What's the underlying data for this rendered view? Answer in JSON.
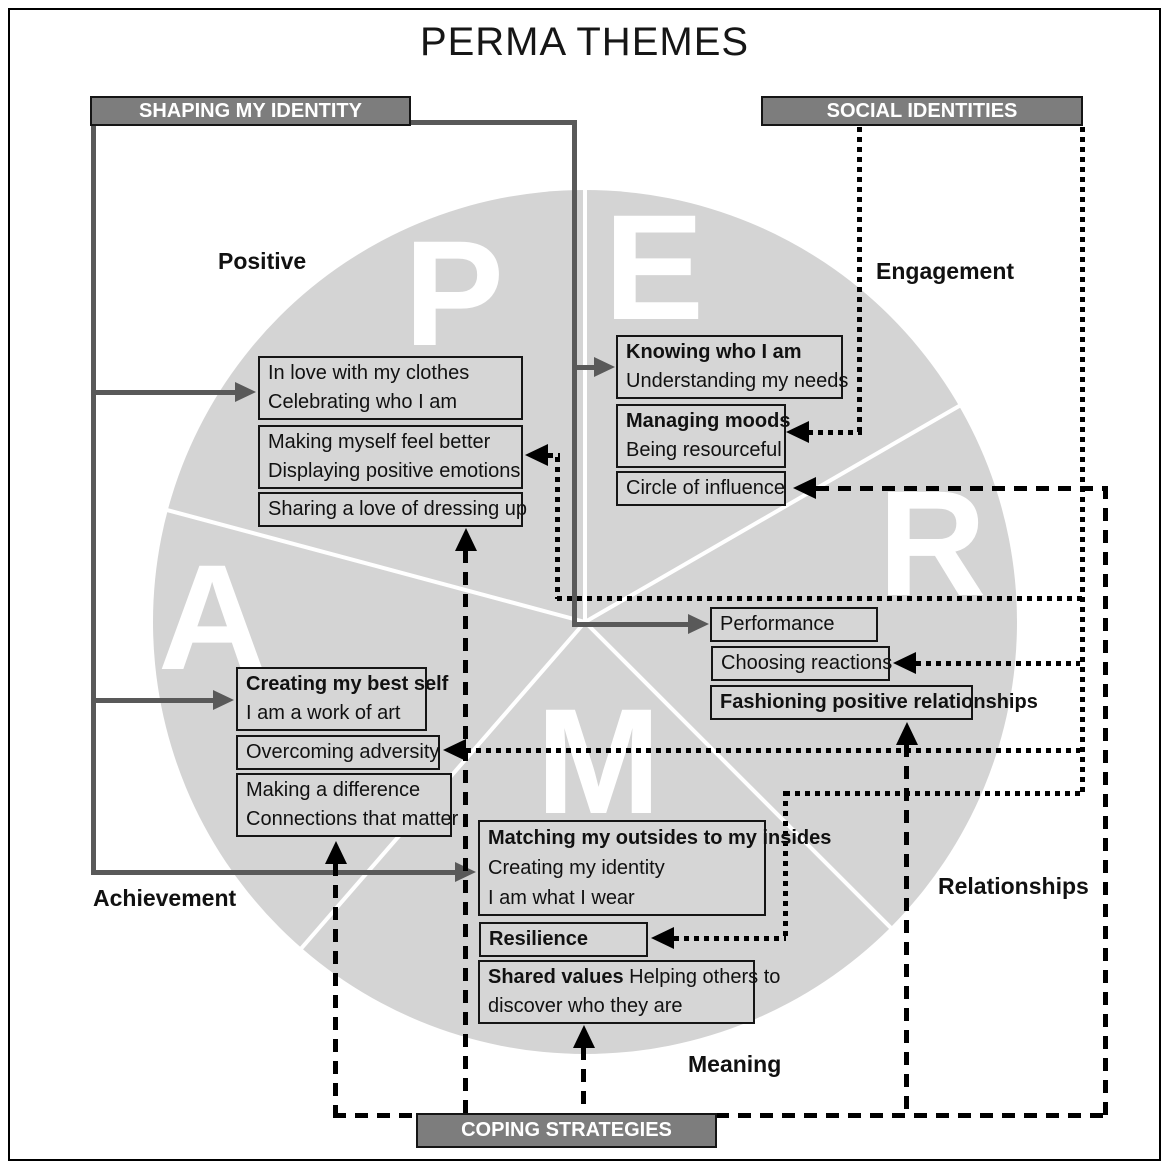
{
  "title": "PERMA THEMES",
  "headers": {
    "shaping": "SHAPING MY IDENTITY",
    "social": "SOCIAL IDENTITIES",
    "coping": "COPING STRATEGIES"
  },
  "sections": {
    "p": {
      "letter": "P",
      "label": "Positive"
    },
    "e": {
      "letter": "E",
      "label": "Engagement"
    },
    "r": {
      "letter": "R",
      "label": "Relationships"
    },
    "m": {
      "letter": "M",
      "label": "Meaning"
    },
    "a": {
      "letter": "A",
      "label": "Achievement"
    }
  },
  "boxes": {
    "in_love": {
      "l1": "In love with my clothes",
      "l2": "Celebrating who I am"
    },
    "making_better": {
      "l1": "Making myself feel better",
      "l2": "Displaying positive emotions"
    },
    "sharing": {
      "l1": "Sharing a love of dressing up"
    },
    "knowing": {
      "l1": "Knowing who I am",
      "l2": "Understanding my needs"
    },
    "managing": {
      "l1": "Managing moods",
      "l2": "Being resourceful"
    },
    "circle_influence": {
      "l1": "Circle of influence"
    },
    "performance": {
      "l1": "Performance"
    },
    "choosing": {
      "l1": "Choosing reactions"
    },
    "fashioning": {
      "l1": "Fashioning positive relationships"
    },
    "creating_best": {
      "l1": "Creating my best self",
      "l2": "I am a work of art"
    },
    "overcoming": {
      "l1": "Overcoming adversity"
    },
    "making_difference": {
      "l1": "Making a difference",
      "l2": "Connections that matter"
    },
    "matching": {
      "l1": "Matching my outsides to my insides",
      "l2": "Creating my identity",
      "l3": "I am what I wear"
    },
    "resilience": {
      "l1": "Resilience"
    },
    "shared": {
      "bold": "Shared values",
      "rest": " Helping others to",
      "l2": "discover who they are"
    }
  },
  "colors": {
    "circle_fill": "#d4d4d4",
    "box_fill": "#d6d6d6",
    "header_fill": "#7d7d7d",
    "solid_arrow": "#595959",
    "dotted_dashed_arrow": "#000000"
  }
}
